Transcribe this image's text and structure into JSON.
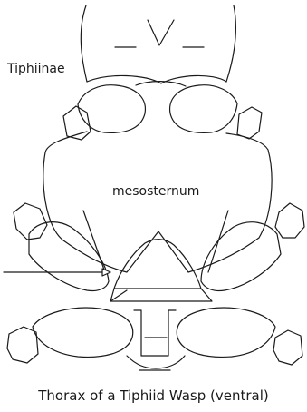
{
  "labels": {
    "subfamily": "Tiphiinae",
    "part": "mesosternum"
  },
  "caption": "Thorax of a Tiphiid Wasp (ventral)",
  "style": {
    "line_color": "#1a1a1a",
    "background": "#ffffff"
  }
}
